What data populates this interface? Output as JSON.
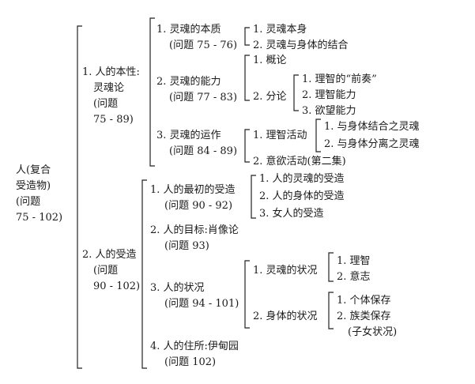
{
  "root": {
    "line1": "人(复合",
    "line2": "受造物)",
    "line3": "(问题",
    "line4": "75 - 102)"
  },
  "b1": {
    "line1": "1. 人的本性:",
    "line2": "灵魂论",
    "line3": "(问题",
    "line4": "75 - 89)",
    "c1": {
      "title": "1. 灵魂的本质",
      "ref": "(问题 75 - 76)",
      "items": [
        "1. 灵魂本身",
        "2. 灵魂与身体的结合"
      ]
    },
    "c2": {
      "title": "2. 灵魂的能力",
      "ref": "(问题 77 - 83)",
      "gailun": "1. 概论",
      "fenlun": "2. 分论",
      "sub": [
        "1. 理智的“前奏”",
        "2. 理智能力",
        "3. 欲望能力"
      ]
    },
    "c3": {
      "title": "3. 灵魂的运作",
      "ref": "(问题 84 - 89)",
      "lizhi": "1. 理智活动",
      "lizhi_sub": [
        "1. 与身体结合之灵魂",
        "2. 与身体分离之灵魂"
      ],
      "yiyu": "2. 意欲活动(第二集)"
    }
  },
  "b2": {
    "line1": "2. 人的受造",
    "line2": "(问题",
    "line3": "90 - 102)",
    "d1": {
      "title": "1. 人的最初的受造",
      "ref": "(问题 90 - 92)",
      "items": [
        "1. 人的灵魂的受造",
        "2. 人的身体的受造",
        "3. 女人的受造"
      ]
    },
    "d2": {
      "title": "2. 人的目标:肖像论",
      "ref": "(问题 93)"
    },
    "d3": {
      "title": "3. 人的状况",
      "ref": "(问题 94 - 101)",
      "soul": "1. 灵魂的状况",
      "soul_items": [
        "1. 理智",
        "2. 意志"
      ],
      "body": "2. 身体的状况",
      "body_items": [
        "1. 个体保存",
        "2. 族类保存",
        "(子女状况)"
      ]
    },
    "d4": {
      "title": "4. 人的住所:伊甸园",
      "ref": "(问题 102)"
    }
  }
}
